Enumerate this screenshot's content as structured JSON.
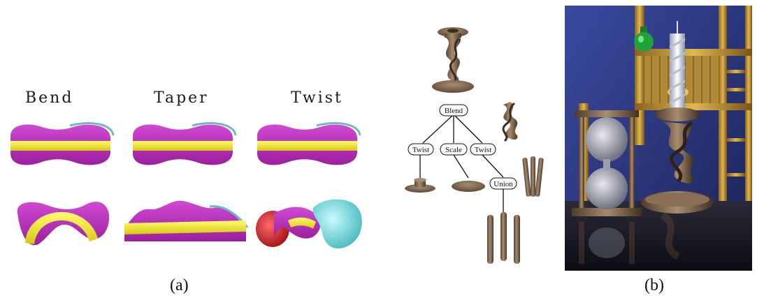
{
  "figure_a": {
    "labels": {
      "bend": "Bend",
      "taper": "Taper",
      "twist": "Twist"
    },
    "caption": "(a)"
  },
  "tree": {
    "root": "Blend",
    "left": "Twist",
    "middle": "Scale",
    "right": "Twist",
    "right_child": "Union"
  },
  "figure_b": {
    "caption": "(b)"
  },
  "colors": {
    "magenta": "#b52ab8",
    "yellow": "#f2ea20",
    "cyan": "#7fe3e6",
    "red": "#d4141a",
    "wood": "#8a6e55",
    "wood_dark": "#5a4634",
    "scene_blue": "#2c3a7c",
    "scene_gold": "#c49a3c"
  }
}
